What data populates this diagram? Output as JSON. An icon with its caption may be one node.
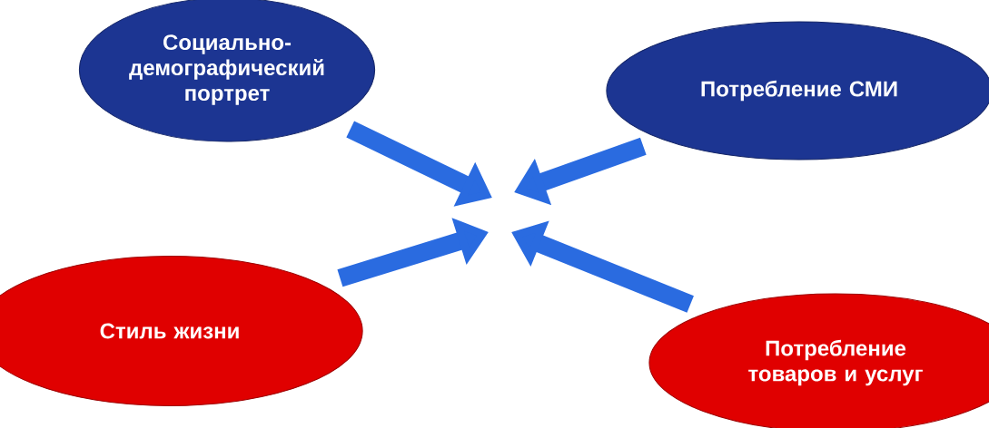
{
  "diagram": {
    "nodes": [
      {
        "text": [
          "Социально-демографический портрет"
        ]
      },
      {
        "text": [
          "Потребление СМИ"
        ]
      },
      {
        "text": [
          "Стиль жизни"
        ]
      },
      {
        "text": [
          "Потребление товаров и услуг"
        ]
      }
    ],
    "edges": [
      {
        "from": 0,
        "to": null,
        "arrow": "to"
      },
      {
        "from": 1,
        "to": null,
        "arrow": "to"
      },
      {
        "from": 2,
        "to": null,
        "arrow": "to"
      },
      {
        "from": 3,
        "to": null,
        "arrow": "to"
      }
    ]
  }
}
